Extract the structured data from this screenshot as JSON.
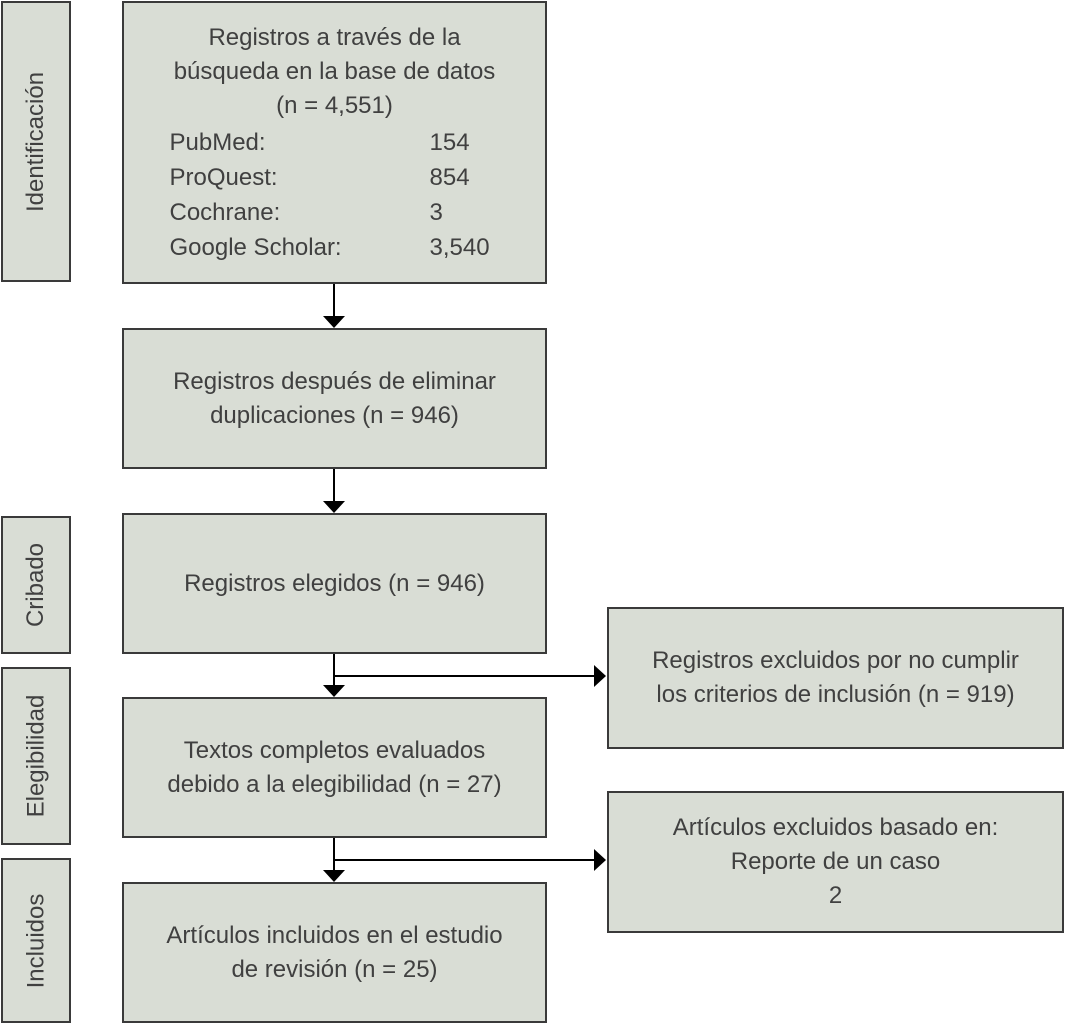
{
  "stages": {
    "identification": "Identificación",
    "screening": "Cribado",
    "eligibility": "Elegibilidad",
    "included": "Incluidos"
  },
  "records_search": {
    "line1": "Registros a través de la",
    "line2": "búsqueda en la base de datos",
    "total": "(n = 4,551)",
    "sources": [
      {
        "name": "PubMed:",
        "count": "154"
      },
      {
        "name": "ProQuest:",
        "count": "854"
      },
      {
        "name": "Cochrane:",
        "count": "3"
      },
      {
        "name": "Google Scholar:",
        "count": "3,540"
      }
    ]
  },
  "dedup": {
    "line1": "Registros después de eliminar",
    "line2": "duplicaciones (n = 946)"
  },
  "screened": {
    "line1": "Registros elegidos (n = 946)"
  },
  "excluded_screen": {
    "line1": "Registros excluidos por no cumplir",
    "line2": "los criterios de inclusión (n = 919)"
  },
  "fulltext": {
    "line1": "Textos completos evaluados",
    "line2": "debido a la elegibilidad (n = 27)"
  },
  "excluded_fulltext": {
    "line1": "Artículos excluidos basado en:",
    "line2": "Reporte de un caso",
    "line3": "2"
  },
  "included": {
    "line1": "Artículos incluidos en el estudio",
    "line2": "de revisión (n = 25)"
  },
  "colors": {
    "box_fill": "#d9ddd5",
    "border": "#3a3a3a",
    "text": "#404040",
    "arrow": "#000000"
  }
}
